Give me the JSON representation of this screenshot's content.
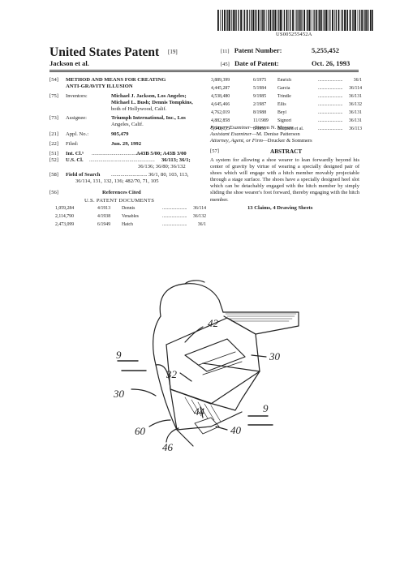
{
  "header": {
    "patent_number_small": "US005255452A",
    "title": "United States Patent",
    "title_code": "[19]",
    "inventor_short": "Jackson et al.",
    "patent_number_code": "[11]",
    "patent_number_label": "Patent Number:",
    "patent_number": "5,255,452",
    "date_code": "[45]",
    "date_label": "Date of Patent:",
    "date": "Oct. 26, 1993"
  },
  "fields": {
    "title_code": "[54]",
    "title_line1": "METHOD AND MEANS FOR CREATING",
    "title_line2": "ANTI-GRAVITY ILLUSION",
    "inventors_code": "[75]",
    "inventors_label": "Inventors:",
    "inventors_line1": "Michael J. Jackson, Los Angeles;",
    "inventors_line2": "Michael L. Bush; Dennis Tompkins,",
    "inventors_line3": "both of Hollywood, Calif.",
    "assignee_code": "[73]",
    "assignee_label": "Assignee:",
    "assignee_line1": "Triumph International, Inc., Los",
    "assignee_line2": "Angeles, Calif.",
    "appl_code": "[21]",
    "appl_label": "Appl. No.:",
    "appl_value": "905,479",
    "filed_code": "[22]",
    "filed_label": "Filed:",
    "filed_value": "Jun. 29, 1992",
    "intcl_code": "[51]",
    "intcl_label": "Int. Cl.⁵",
    "intcl_value": "A43B 5/00; A43B 3/00",
    "uscl_code": "[52]",
    "uscl_label": "U.S. Cl.",
    "uscl_line1": "36/113; 36/1;",
    "uscl_line2": "36/136; 36/80; 36/132",
    "search_code": "[58]",
    "search_label": "Field of Search",
    "search_line1": "36/1, 80, 103, 113,",
    "search_line2": "36/114, 131, 132, 136; 482/70, 71, 105",
    "refs_code": "[56]",
    "refs_title": "References Cited",
    "us_docs_title": "U.S. PATENT DOCUMENTS"
  },
  "references_left": [
    {
      "num": "1,059,284",
      "date": "4/1913",
      "name": "Dennis",
      "cls": "36/114"
    },
    {
      "num": "2,114,790",
      "date": "4/1938",
      "name": "Venables",
      "cls": "36/132"
    },
    {
      "num": "2,473,099",
      "date": "6/1949",
      "name": "Hatch",
      "cls": "36/1"
    }
  ],
  "references_right": [
    {
      "num": "3,889,399",
      "date": "6/1975",
      "name": "Emrich",
      "cls": "36/1"
    },
    {
      "num": "4,445,287",
      "date": "5/1984",
      "name": "Garcia",
      "cls": "36/114"
    },
    {
      "num": "4,538,480",
      "date": "9/1985",
      "name": "Trindle",
      "cls": "36/131"
    },
    {
      "num": "4,645,466",
      "date": "2/1987",
      "name": "Ellis",
      "cls": "36/132"
    },
    {
      "num": "4,762,019",
      "date": "8/1988",
      "name": "Beyl",
      "cls": "36/131"
    },
    {
      "num": "4,882,858",
      "date": "11/1989",
      "name": "Signori",
      "cls": "36/131"
    },
    {
      "num": "5,042,175",
      "date": "8/1991",
      "name": "Blizzard et al.",
      "cls": "36/113"
    }
  ],
  "examiners": {
    "primary_label": "Primary Examiner",
    "primary_name": "Steven N. Meyers",
    "assistant_label": "Assistant Examiner",
    "assistant_name": "M. Denise Patterson",
    "attorney_label": "Attorney, Agent, or Firm",
    "attorney_name": "Drucker & Sommers"
  },
  "abstract": {
    "code": "[57]",
    "title": "ABSTRACT",
    "text": "A system for allowing a shoe wearer to lean forwardly beyond his center of gravity by virtue of wearing a specially designed pair of shoes which will engage with a hitch member movably projectable through a stage surface. The shoes have a specially designed heel slot which can be detachably engaged with the hitch member by simply sliding the shoe wearer's foot forward, thereby engaging with the hitch member.",
    "claims": "13 Claims, 4 Drawing Sheets"
  },
  "figure": {
    "labels": [
      "42",
      "30",
      "9",
      "32",
      "30",
      "9",
      "44",
      "40",
      "60",
      "46"
    ]
  }
}
